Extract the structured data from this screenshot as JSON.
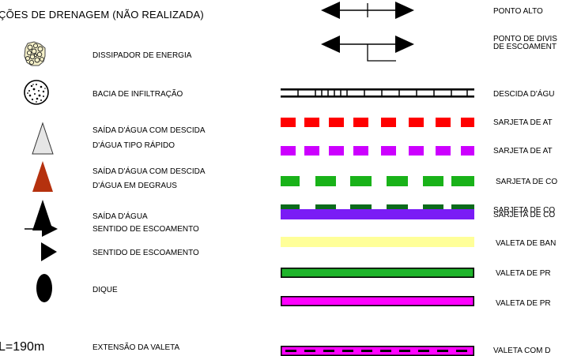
{
  "title": "ÇÕES DE DRENAGEM (NÃO REALIZADA)",
  "left_legend": [
    {
      "symbol": "dissipator-pattern",
      "label": "DISSIPADOR DE ENERGIA"
    },
    {
      "symbol": "infiltration-basin-circle",
      "label": "BACIA DE INFILTRAÇÃO"
    },
    {
      "symbol": "triangle-outline",
      "label_line1": "SAÍDA D'ÁGUA COM DESCIDA",
      "label_line2": "D'ÁGUA TIPO RÁPIDO"
    },
    {
      "symbol": "triangle-red",
      "label_line1": "SAÍDA D'ÁGUA COM DESCIDA",
      "label_line2": "D'ÁGUA EM DEGRAUS",
      "color": "#b5310e"
    },
    {
      "symbol": "triangle-black",
      "label": "SAÍDA D'ÁGUA"
    },
    {
      "symbol": "arrow-line",
      "label": "SENTIDO DE ESCOAMENTO"
    },
    {
      "symbol": "arrowhead",
      "label": "SENTIDO DE ESCOAMENTO"
    },
    {
      "symbol": "ellipse-black",
      "label": "DIQUE"
    }
  ],
  "extension": {
    "value": "L=190m",
    "label": "EXTENSÃO DA VALETA"
  },
  "right_legend": [
    {
      "symbol": "double-arrow-tick",
      "label": "PONTO ALTO"
    },
    {
      "symbol": "double-arrow-split",
      "label_line1": "PONTO DE DIVIS",
      "label_line2": "DE ESCOAMENT"
    },
    {
      "symbol": "ladder-line",
      "label": "DESCIDA D'ÁGU"
    },
    {
      "symbol": "dashed-red",
      "label": "SARJETA DE AT",
      "color": "#ff0000"
    },
    {
      "symbol": "dashed-purple",
      "label": "SARJETA DE AT",
      "color": "#cc00ff"
    },
    {
      "symbol": "dashed-green",
      "label": "SARJETA DE CO",
      "color": "#19b219"
    },
    {
      "symbol": "dashed-dark-green",
      "label": "SARJETA DE CO",
      "color": "#0b6b1b"
    },
    {
      "symbol": "solid-violet",
      "label": "SARJETA DE CO",
      "color": "#7a1cf5"
    },
    {
      "symbol": "solid-yellow",
      "label": "VALETA DE BAN",
      "color": "#ffff99"
    },
    {
      "symbol": "outlined-green",
      "label": "VALETA DE PR",
      "color": "#1fb52b"
    },
    {
      "symbol": "outlined-magenta",
      "label": "VALETA DE PR",
      "color": "#ff00ff"
    },
    {
      "symbol": "magenta-dashed-core",
      "label": "VALETA COM D",
      "color": "#ff00ff"
    }
  ]
}
